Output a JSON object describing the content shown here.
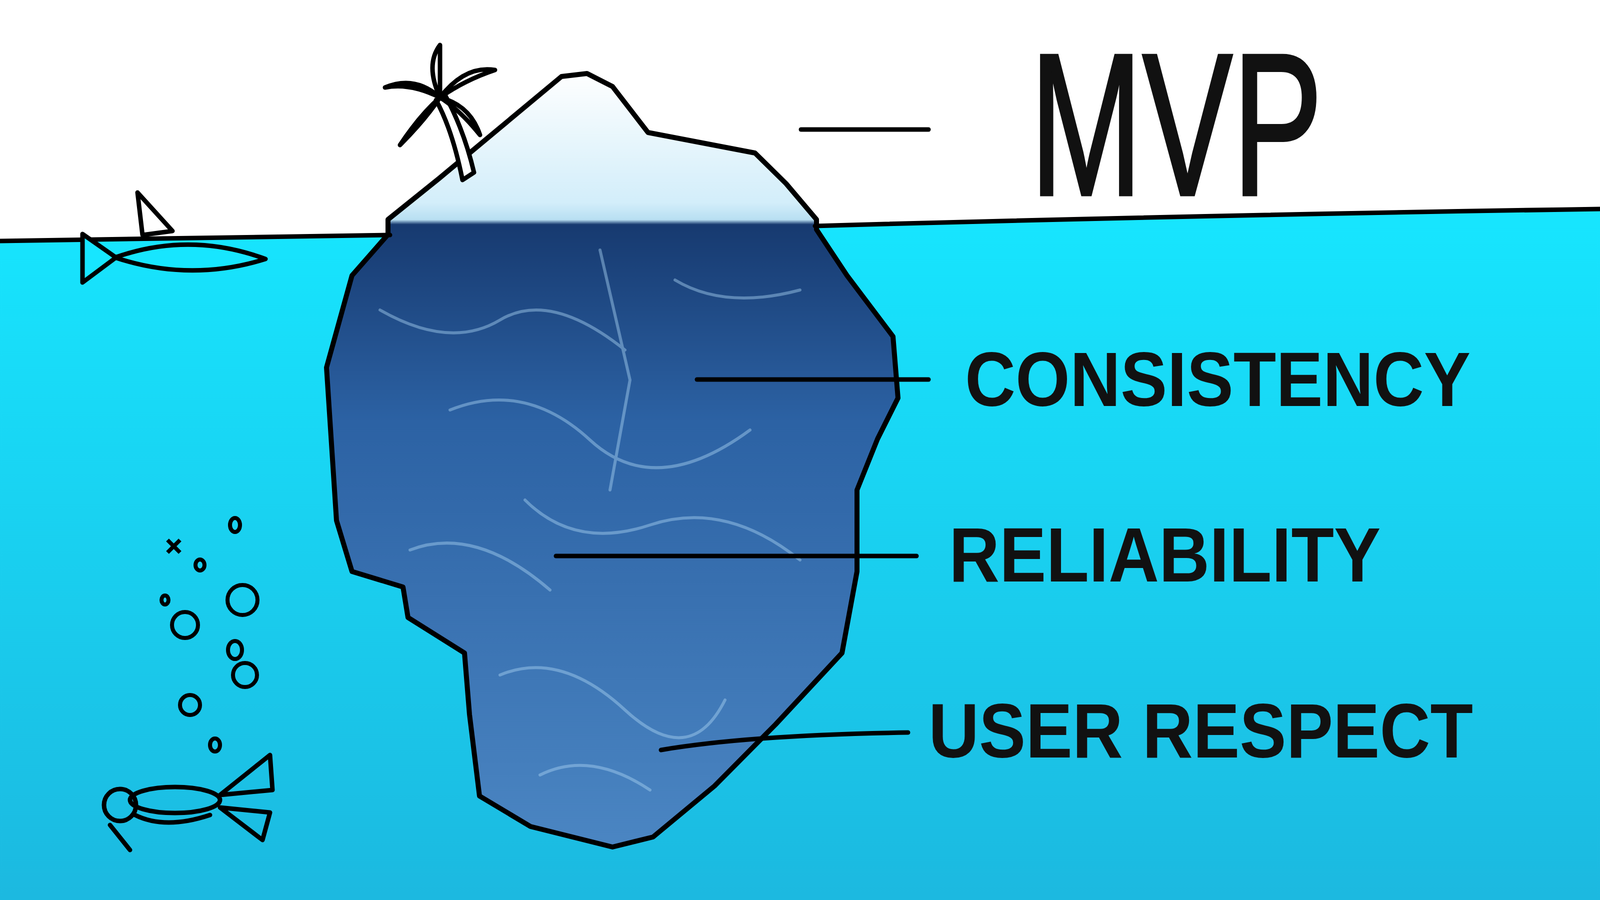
{
  "diagram": {
    "labels": [
      "MVP",
      "CONSISTENCY",
      "RELIABILITY",
      "USER RESPECT"
    ]
  }
}
